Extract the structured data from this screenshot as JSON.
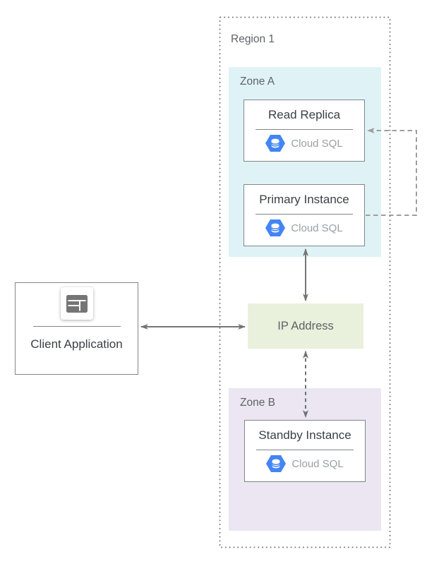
{
  "region": {
    "label": "Region 1"
  },
  "zones": {
    "a": {
      "label": "Zone A"
    },
    "b": {
      "label": "Zone B"
    }
  },
  "nodes": {
    "read_replica": {
      "title": "Read Replica",
      "product": "Cloud SQL"
    },
    "primary_instance": {
      "title": "Primary Instance",
      "product": "Cloud SQL"
    },
    "standby_instance": {
      "title": "Standby Instance",
      "product": "Cloud SQL"
    },
    "ip_address": {
      "label": "IP Address"
    },
    "client_application": {
      "label": "Client Application"
    }
  },
  "icons": {
    "cloud_sql": "cloud-sql-hexagon-icon",
    "client_application": "app-window-icon"
  },
  "colors": {
    "zone_a_bg": "#dff3f6",
    "zone_b_bg": "#ebe6f1",
    "ip_address_bg": "#e9f0dc",
    "cloud_sql_blue": "#4285f4",
    "box_border": "#80868b",
    "solid_arrow": "#757575",
    "dashed_dark": "#6d7276",
    "dashed_light": "#9e9e9e",
    "title_text": "#3c4043",
    "muted_text": "#5f6368",
    "product_text": "#9aa0a6"
  }
}
